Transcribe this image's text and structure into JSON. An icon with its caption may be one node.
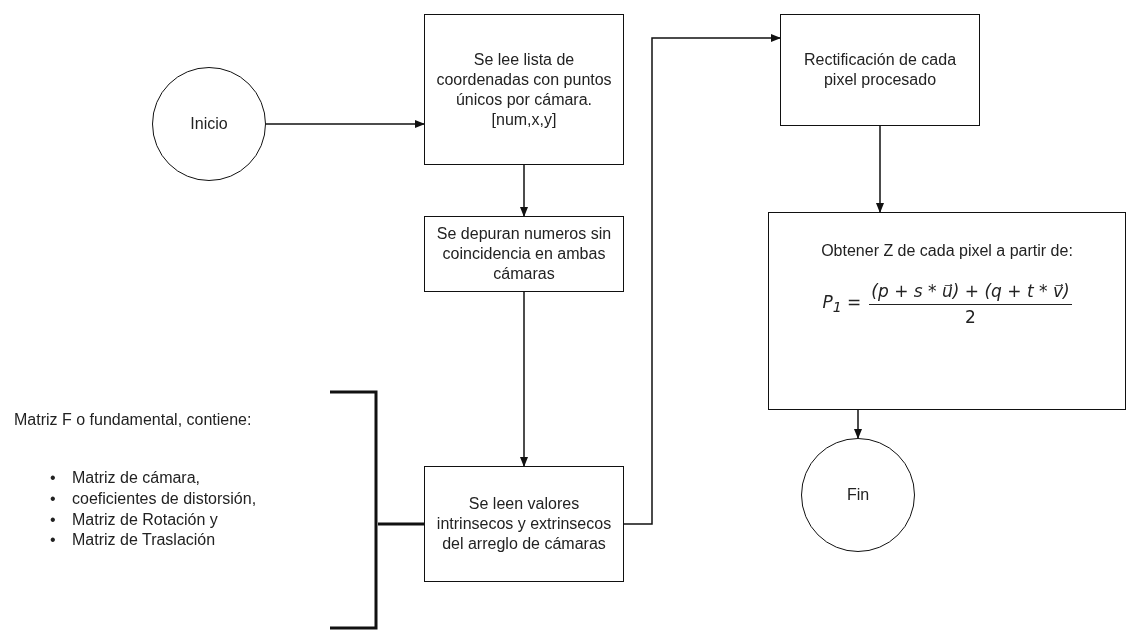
{
  "diagram": {
    "nodes": [
      {
        "text": [
          "Inicio"
        ]
      },
      {
        "text": [
          "Se lee lista de coordenadas con puntos únicos por cámara.",
          "[num,x,y]"
        ]
      },
      {
        "text": [
          "Se depuran numeros sin coincidencia en ambas cámaras"
        ]
      },
      {
        "text": [
          "Matriz F o fundamental, contiene:",
          "•",
          "Matriz de cámara,",
          "•",
          "coeficientes de distorsión,",
          "•",
          "Matriz de Rotación y",
          "•",
          "Matriz de Traslación"
        ]
      },
      {
        "text": [
          "Se leen valores intrinsecos y extrinsecos del arreglo de cámaras"
        ]
      },
      {
        "text": [
          "Rectificación de cada pixel procesado"
        ]
      },
      {
        "text": [
          "Obtener Z de cada pixel a partir de:",
          "P$_{1}$ =",
          "(p + s * u⃗) + (q + t * v⃗)",
          "2"
        ]
      },
      {
        "text": [
          "Fin"
        ]
      }
    ],
    "edges": [
      {
        "from": 0,
        "to": 1,
        "arrow": "to"
      },
      {
        "from": 1,
        "to": 2,
        "arrow": "to"
      },
      {
        "from": 2,
        "to": 4,
        "arrow": "to"
      },
      {
        "from": 3,
        "to": 4,
        "arrow": "none"
      },
      {
        "from": 4,
        "to": 5,
        "arrow": "to"
      },
      {
        "from": 5,
        "to": 6,
        "arrow": "to"
      },
      {
        "from": 6,
        "to": 7,
        "arrow": "to"
      }
    ]
  }
}
